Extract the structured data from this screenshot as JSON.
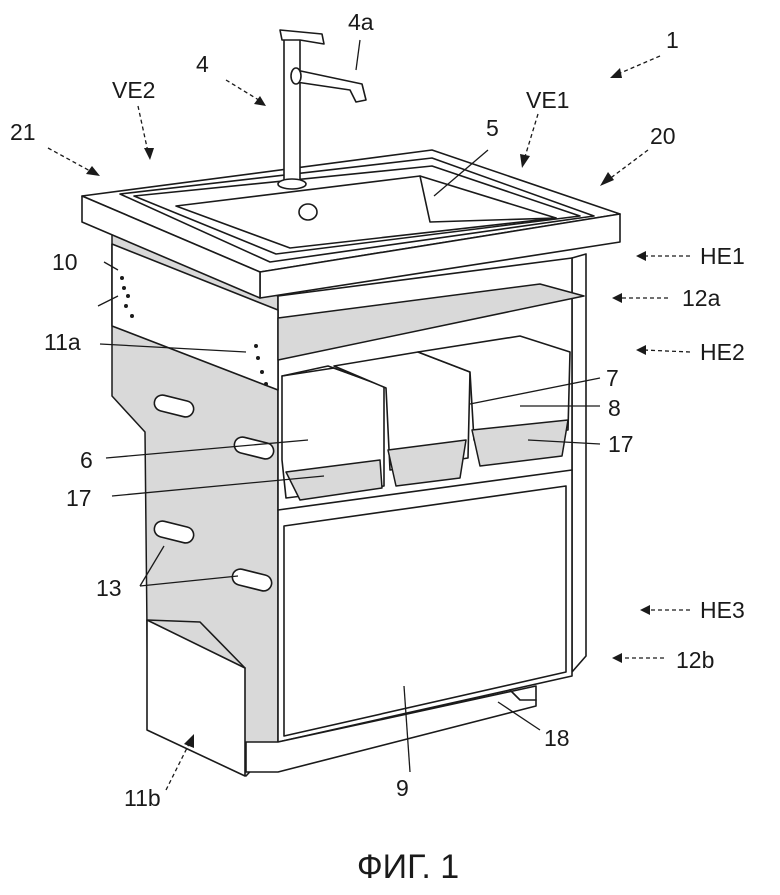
{
  "labels": {
    "l1": "1",
    "l4": "4",
    "l4a": "4a",
    "l5": "5",
    "l6": "6",
    "l7": "7",
    "l8": "8",
    "l9": "9",
    "l10": "10",
    "l11a": "11a",
    "l11b": "11b",
    "l12a": "12a",
    "l12b": "12b",
    "l13": "13",
    "l17a": "17",
    "l17b": "17",
    "l18": "18",
    "l20": "20",
    "l21": "21",
    "ve1": "VE1",
    "ve2": "VE2",
    "he1": "HE1",
    "he2": "HE2",
    "he3": "HE3"
  },
  "caption": "ФИГ. 1"
}
